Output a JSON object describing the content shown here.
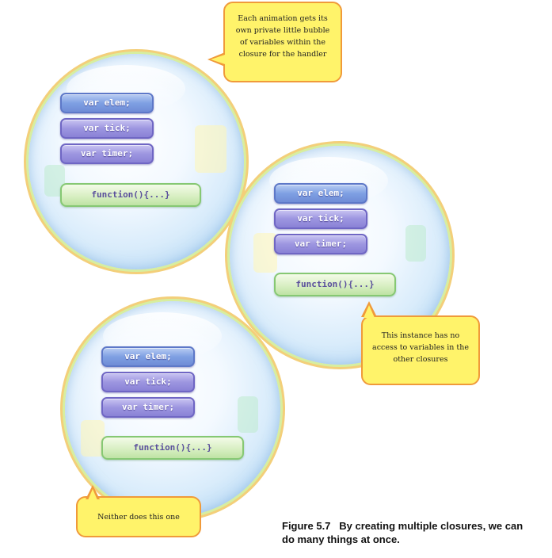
{
  "callouts": {
    "top": [
      "Each animation gets its",
      "own private little bubble",
      "of variables within the",
      "closure for the handler"
    ],
    "middle": [
      "This instance has no",
      "access to variables in the",
      "other closures"
    ],
    "bottom": "Neither does this one"
  },
  "closures": [
    {
      "vars": [
        "var elem;",
        "var tick;",
        "var timer;"
      ],
      "function": "function(){...}"
    },
    {
      "vars": [
        "var elem;",
        "var tick;",
        "var timer;"
      ],
      "function": "function(){...}"
    },
    {
      "vars": [
        "var elem;",
        "var tick;",
        "var timer;"
      ],
      "function": "function(){...}"
    }
  ],
  "caption": {
    "line1": "Figure 5.7   By creating multiple closures, we can",
    "line2": "do many things at once."
  },
  "colors": {
    "callout_fill": "#fff36a",
    "callout_border": "#f09a3a",
    "variable_box": "#9d96e0",
    "function_box": "#d8efc3"
  }
}
